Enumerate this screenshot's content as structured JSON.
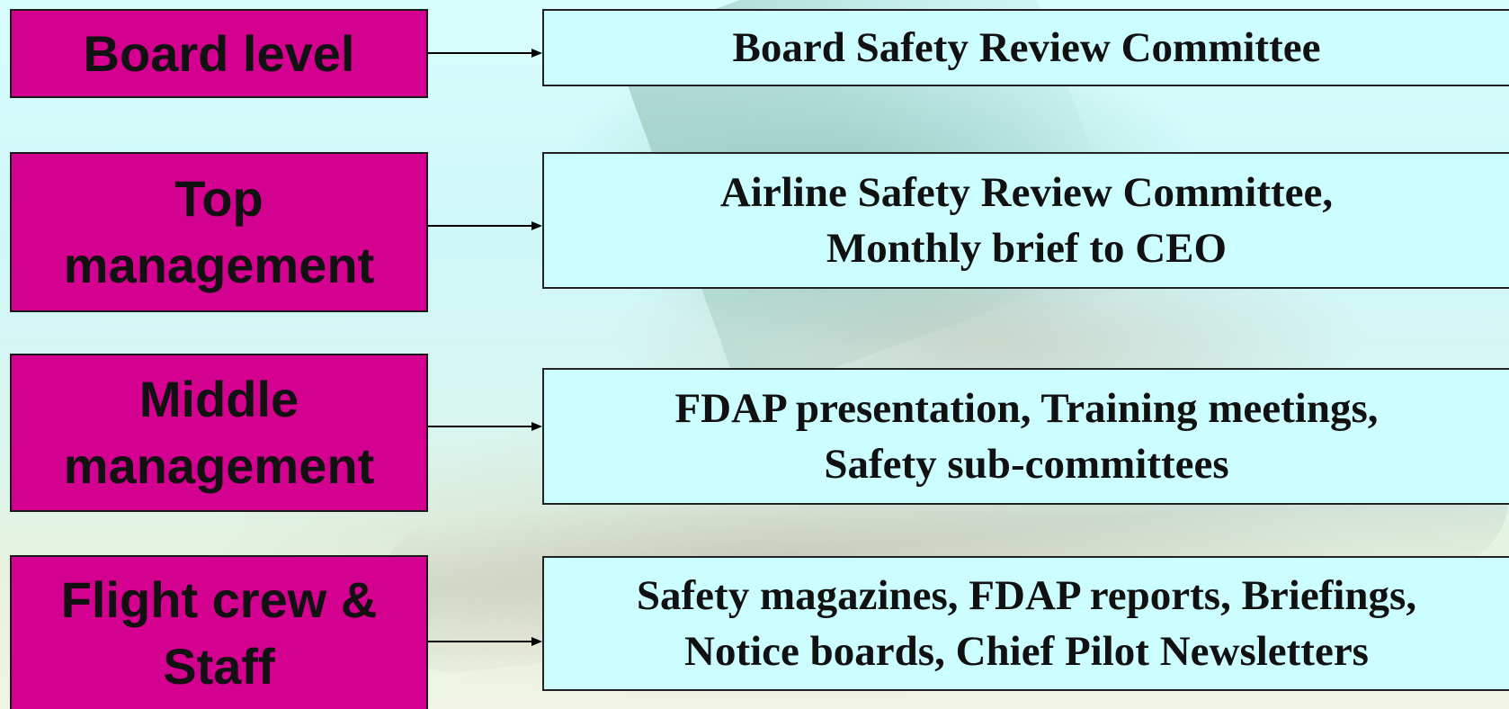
{
  "colors": {
    "level_fill": "#d40090",
    "channel_fill": "#ccfdff",
    "border": "#1a1a1a",
    "arrow": "#000000"
  },
  "rows": [
    {
      "level": [
        "Board level"
      ],
      "channel": [
        "Board Safety Review Committee"
      ]
    },
    {
      "level": [
        "Top",
        "management"
      ],
      "channel": [
        "Airline Safety Review Committee,",
        "Monthly brief to CEO"
      ]
    },
    {
      "level": [
        "Middle",
        "management"
      ],
      "channel": [
        "FDAP presentation, Training meetings,",
        "Safety sub-committees"
      ]
    },
    {
      "level": [
        "Flight crew &",
        "Staff"
      ],
      "channel": [
        "Safety magazines, FDAP reports, Briefings,",
        "Notice boards, Chief Pilot Newsletters"
      ]
    }
  ]
}
